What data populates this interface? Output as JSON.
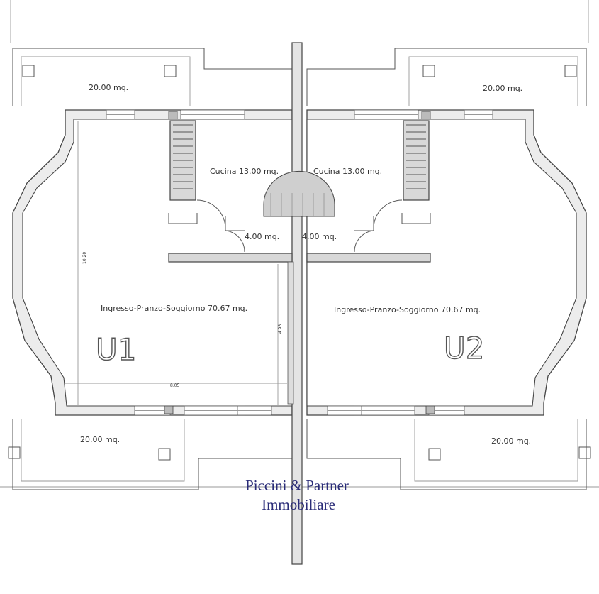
{
  "terraces": {
    "top_left": "20.00 mq.",
    "top_right": "20.00 mq.",
    "bottom_left": "20.00 mq.",
    "bottom_right": "20.00 mq."
  },
  "units": [
    {
      "name": "U1",
      "kitchen": "Cucina 13.00 mq.",
      "bath": "4.00 mq.",
      "living": "Ingresso-Pranzo-Soggiorno 70.67 mq."
    },
    {
      "name": "U2",
      "kitchen": "Cucina 13.00 mq.",
      "bath": "4.00 mq.",
      "living": "Ingresso-Pranzo-Soggiorno 70.67 mq."
    }
  ],
  "dimensions": {
    "height": "10.20",
    "width": "8.05",
    "partition": "4.93"
  },
  "watermark": {
    "line1": "Piccini & Partner",
    "line2": "Immobiliare",
    "color": "#2a2c78"
  }
}
